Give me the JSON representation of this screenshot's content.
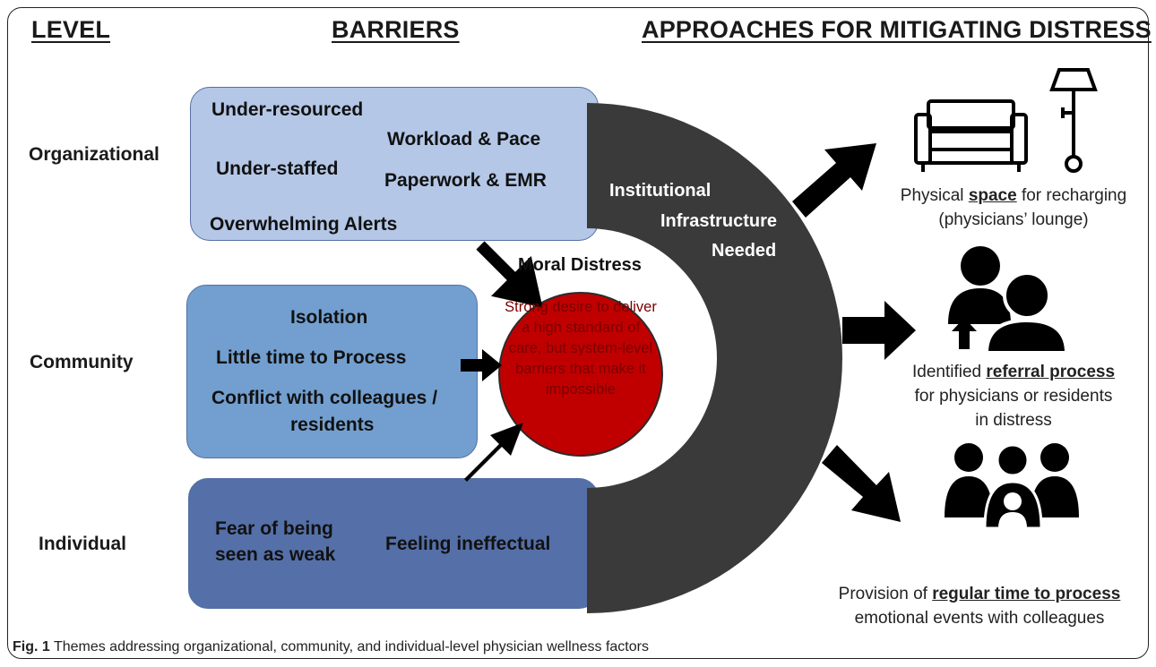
{
  "headers": {
    "level": "LEVEL",
    "barriers": "BARRIERS",
    "approaches": "APPROACHES FOR MITIGATING DISTRESS"
  },
  "levels": {
    "organizational": "Organizational",
    "community": "Community",
    "individual": "Individual"
  },
  "barriers": {
    "organizational": [
      "Under-resourced",
      "Workload & Pace",
      "Under-staffed",
      "Paperwork & EMR",
      "Overwhelming Alerts"
    ],
    "community": [
      "Isolation",
      "Little time to Process",
      "Conflict with colleagues /",
      "residents"
    ],
    "individual": [
      "Fear of being",
      "seen as weak",
      "Feeling ineffectual"
    ]
  },
  "center": {
    "title": "Moral Distress",
    "text": "Strong desire to deliver a high standard of care, but system-level barriers that make it impossible"
  },
  "ring_text": [
    "Institutional",
    "Infrastructure",
    "Needed"
  ],
  "approaches": {
    "space": {
      "pre": "Physical ",
      "key": "space",
      "post": " for recharging",
      "line2": "(physicians’ lounge)"
    },
    "referral": {
      "pre": "Identified ",
      "key": "referral process",
      "line2": "for physicians or residents",
      "line3": "in distress"
    },
    "regular": {
      "pre": "Provision of ",
      "key": "regular time to process",
      "line2": "emotional events with colleagues"
    }
  },
  "caption": {
    "label": "Fig. 1",
    "text": " Themes addressing organizational, community, and individual-level physician wellness factors"
  },
  "colors": {
    "org_box": "#b4c7e7",
    "comm_box": "#729fcf",
    "ind_box": "#5570a8",
    "ring": "#3a3a3a",
    "circle": "#c00000"
  }
}
